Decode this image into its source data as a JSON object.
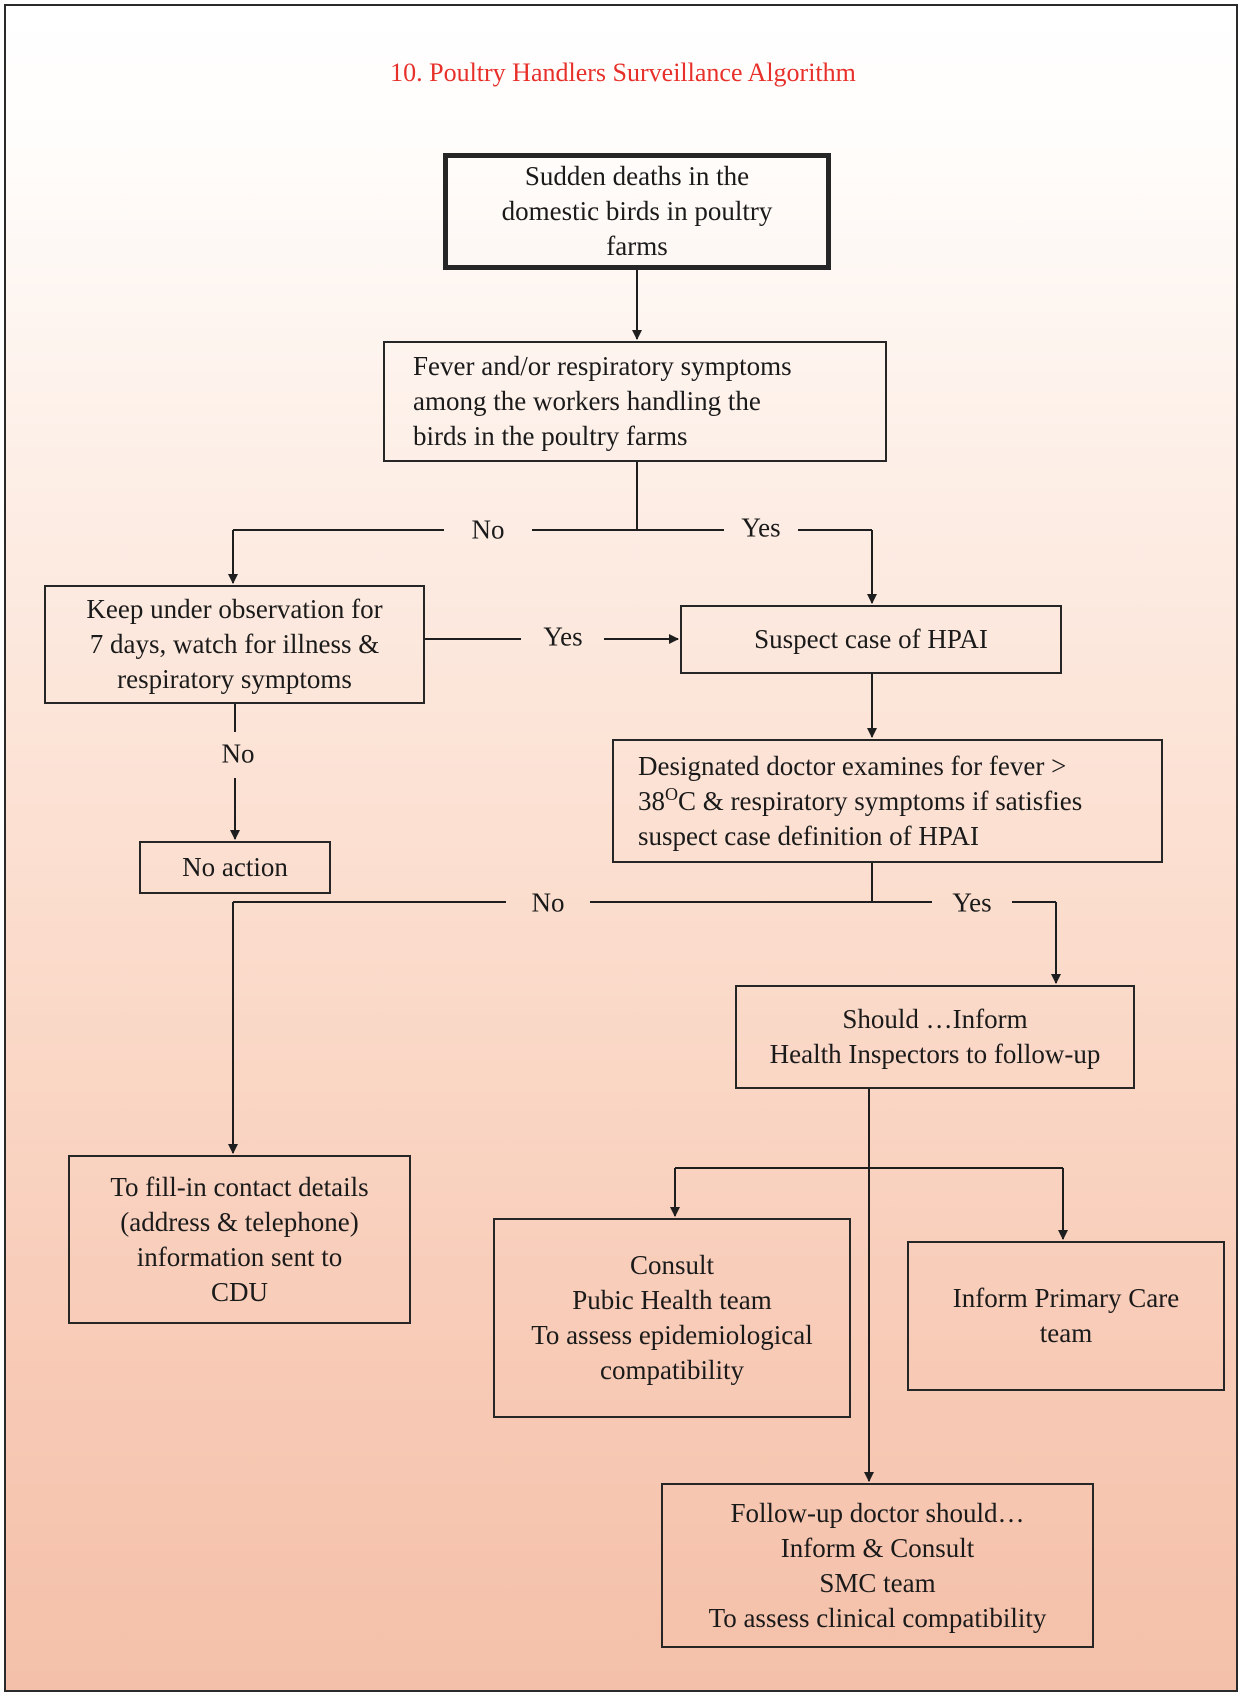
{
  "title": "10. Poultry Handlers Surveillance Algorithm",
  "nodes": {
    "sudden_deaths": [
      "Sudden deaths in the",
      "domestic birds in poultry",
      "farms"
    ],
    "fever_workers": [
      "Fever and/or respiratory symptoms",
      "among the workers handling the",
      "birds in the poultry farms"
    ],
    "observation": [
      "Keep under observation for",
      "7 days, watch for illness &",
      "respiratory symptoms"
    ],
    "suspect_case": [
      "Suspect case of HPAI"
    ],
    "no_action": [
      "No action"
    ],
    "designated_doctor": {
      "line1": "Designated doctor examines for fever >",
      "line2_pre": "38",
      "line2_sup": "O",
      "line2_post": "C & respiratory symptoms if satisfies",
      "line3": "suspect case definition of HPAI"
    },
    "inform_inspectors": [
      "Should …Inform",
      "Health Inspectors to follow-up"
    ],
    "contact_details": [
      "To fill-in contact details",
      "(address & telephone)",
      "information sent to",
      "CDU"
    ],
    "consult_public_health": [
      "Consult",
      "Pubic Health team",
      "To assess epidemiological",
      "compatibility"
    ],
    "inform_primary_care": [
      "Inform Primary Care",
      "team"
    ],
    "followup_doctor": [
      "Follow-up doctor should…",
      "Inform & Consult",
      "SMC team",
      "To assess clinical compatibility"
    ]
  },
  "edge_labels": {
    "fever_no": "No",
    "fever_yes": "Yes",
    "observation_yes": "Yes",
    "observation_no": "No",
    "doctor_no": "No",
    "doctor_yes": "Yes"
  }
}
